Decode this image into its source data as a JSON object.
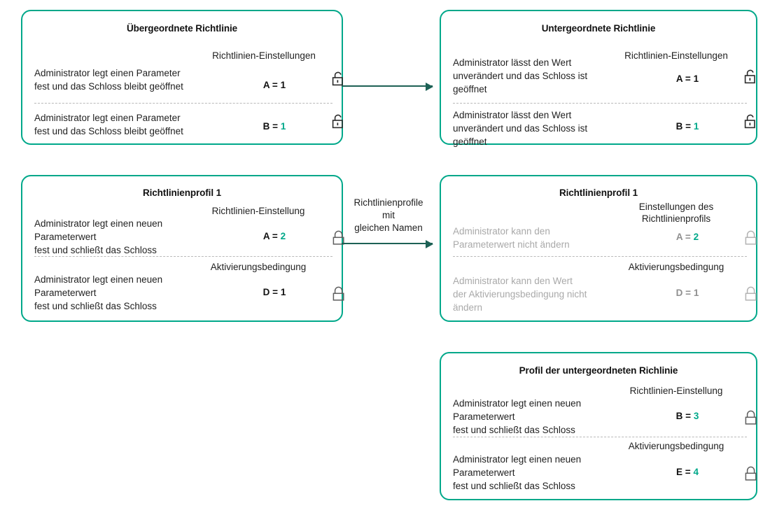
{
  "accent": "#00a88a",
  "arrow_color": "#1d6155",
  "muted_color": "#a9a9a9",
  "icons": {
    "open": "lock-open-icon",
    "closed": "lock-closed-icon"
  },
  "cards": [
    {
      "id": "parent-policy",
      "title": "Übergeordnete\nRichtlinie",
      "rows": [
        {
          "column_header": "Richtlinien-Einstellungen",
          "description": "Administrator legt einen Parameter\nfest und das Schloss bleibt geöffnet",
          "param": "A =",
          "value": "1",
          "value_green": false,
          "lock": "open",
          "muted": false
        },
        {
          "column_header": "",
          "description": "Administrator legt einen Parameter\nfest und das Schloss bleibt geöffnet",
          "param": "B =",
          "value": "1",
          "value_green": true,
          "lock": "open",
          "muted": false
        }
      ]
    },
    {
      "id": "child-policy",
      "title": "Untergeordnete\nRichtlinie",
      "rows": [
        {
          "column_header": "Richtlinien-Einstellungen",
          "description": "Administrator lässt den Wert\nunverändert und das Schloss ist\ngeöffnet",
          "param": "A =",
          "value": "1",
          "value_green": false,
          "lock": "open",
          "muted": false
        },
        {
          "column_header": "",
          "description": "Administrator lässt den Wert\nunverändert und das Schloss ist\ngeöffnet",
          "param": "B =",
          "value": "1",
          "value_green": true,
          "lock": "open",
          "muted": false
        }
      ]
    },
    {
      "id": "policy-profile-1-left",
      "title": "Richtlinienprofil 1",
      "rows": [
        {
          "column_header": "Richtlinien-Einstellung",
          "description": "Administrator legt einen neuen\nParameterwert\nfest und schließt das Schloss",
          "param": "A =",
          "value": "2",
          "value_green": true,
          "lock": "closed",
          "muted": false
        },
        {
          "column_header": "Aktivierungsbedingung",
          "description": "Administrator legt einen neuen\nParameterwert\nfest und schließt das Schloss",
          "param": "D =",
          "value": "1",
          "value_green": false,
          "lock": "closed",
          "muted": false
        }
      ]
    },
    {
      "id": "policy-profile-1-right",
      "title": "Richtlinienprofil 1",
      "rows": [
        {
          "column_header": "Einstellungen des\nRichtlinienprofils",
          "description": "Administrator kann den\nParameterwert nicht ändern",
          "param": "A =",
          "value": "2",
          "value_green": true,
          "lock": "closed",
          "muted": true
        },
        {
          "column_header": "Aktivierungsbedingung",
          "description": "Administrator kann den Wert\nder Aktivierungsbedingung nicht\nändern",
          "param": "D =",
          "value": "1",
          "value_green": false,
          "lock": "closed",
          "muted": true
        }
      ]
    },
    {
      "id": "child-policy-profile",
      "title": "Profil der untergeordneten Richlinie",
      "rows": [
        {
          "column_header": "Richtlinien-Einstellung",
          "description": "Administrator legt einen neuen\nParameterwert\nfest und schließt das Schloss",
          "param": "B =",
          "value": "3",
          "value_green": true,
          "lock": "closed",
          "muted": false
        },
        {
          "column_header": "Aktivierungsbedingung",
          "description": "Administrator legt einen neuen\nParameterwert\nfest und schließt das Schloss",
          "param": "E =",
          "value": "4",
          "value_green": true,
          "lock": "closed",
          "muted": false
        }
      ]
    }
  ],
  "arrows": [
    {
      "id": "arrow-top",
      "label": ""
    },
    {
      "id": "arrow-middle",
      "label": "Richtlinienprofile\nmit\ngleichen Namen"
    }
  ]
}
